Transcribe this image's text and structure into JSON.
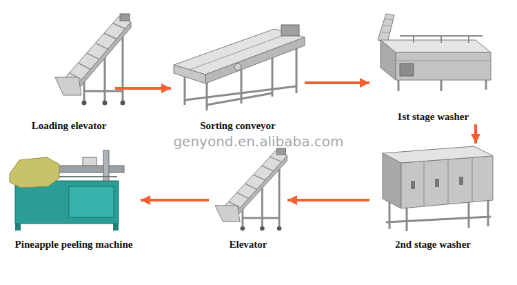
{
  "diagram": {
    "nodes": [
      {
        "text": [
          "Loading elevator"
        ]
      },
      {
        "text": [
          "Sorting conveyor"
        ]
      },
      {
        "text": [
          "1st stage washer"
        ]
      },
      {
        "text": [
          "Pineapple peeling machine"
        ]
      },
      {
        "text": [
          "Elevator"
        ]
      },
      {
        "text": [
          "2nd stage washer"
        ]
      }
    ],
    "edges": [
      {
        "from": 0,
        "to": 1,
        "arrow": "to"
      },
      {
        "from": 1,
        "to": 2,
        "arrow": "to"
      },
      {
        "from": 2,
        "to": 5,
        "arrow": "to"
      },
      {
        "from": 5,
        "to": 4,
        "arrow": "to"
      },
      {
        "from": 4,
        "to": 3,
        "arrow": "to"
      }
    ],
    "labels": [
      "genyond.en.alibaba.com"
    ]
  }
}
